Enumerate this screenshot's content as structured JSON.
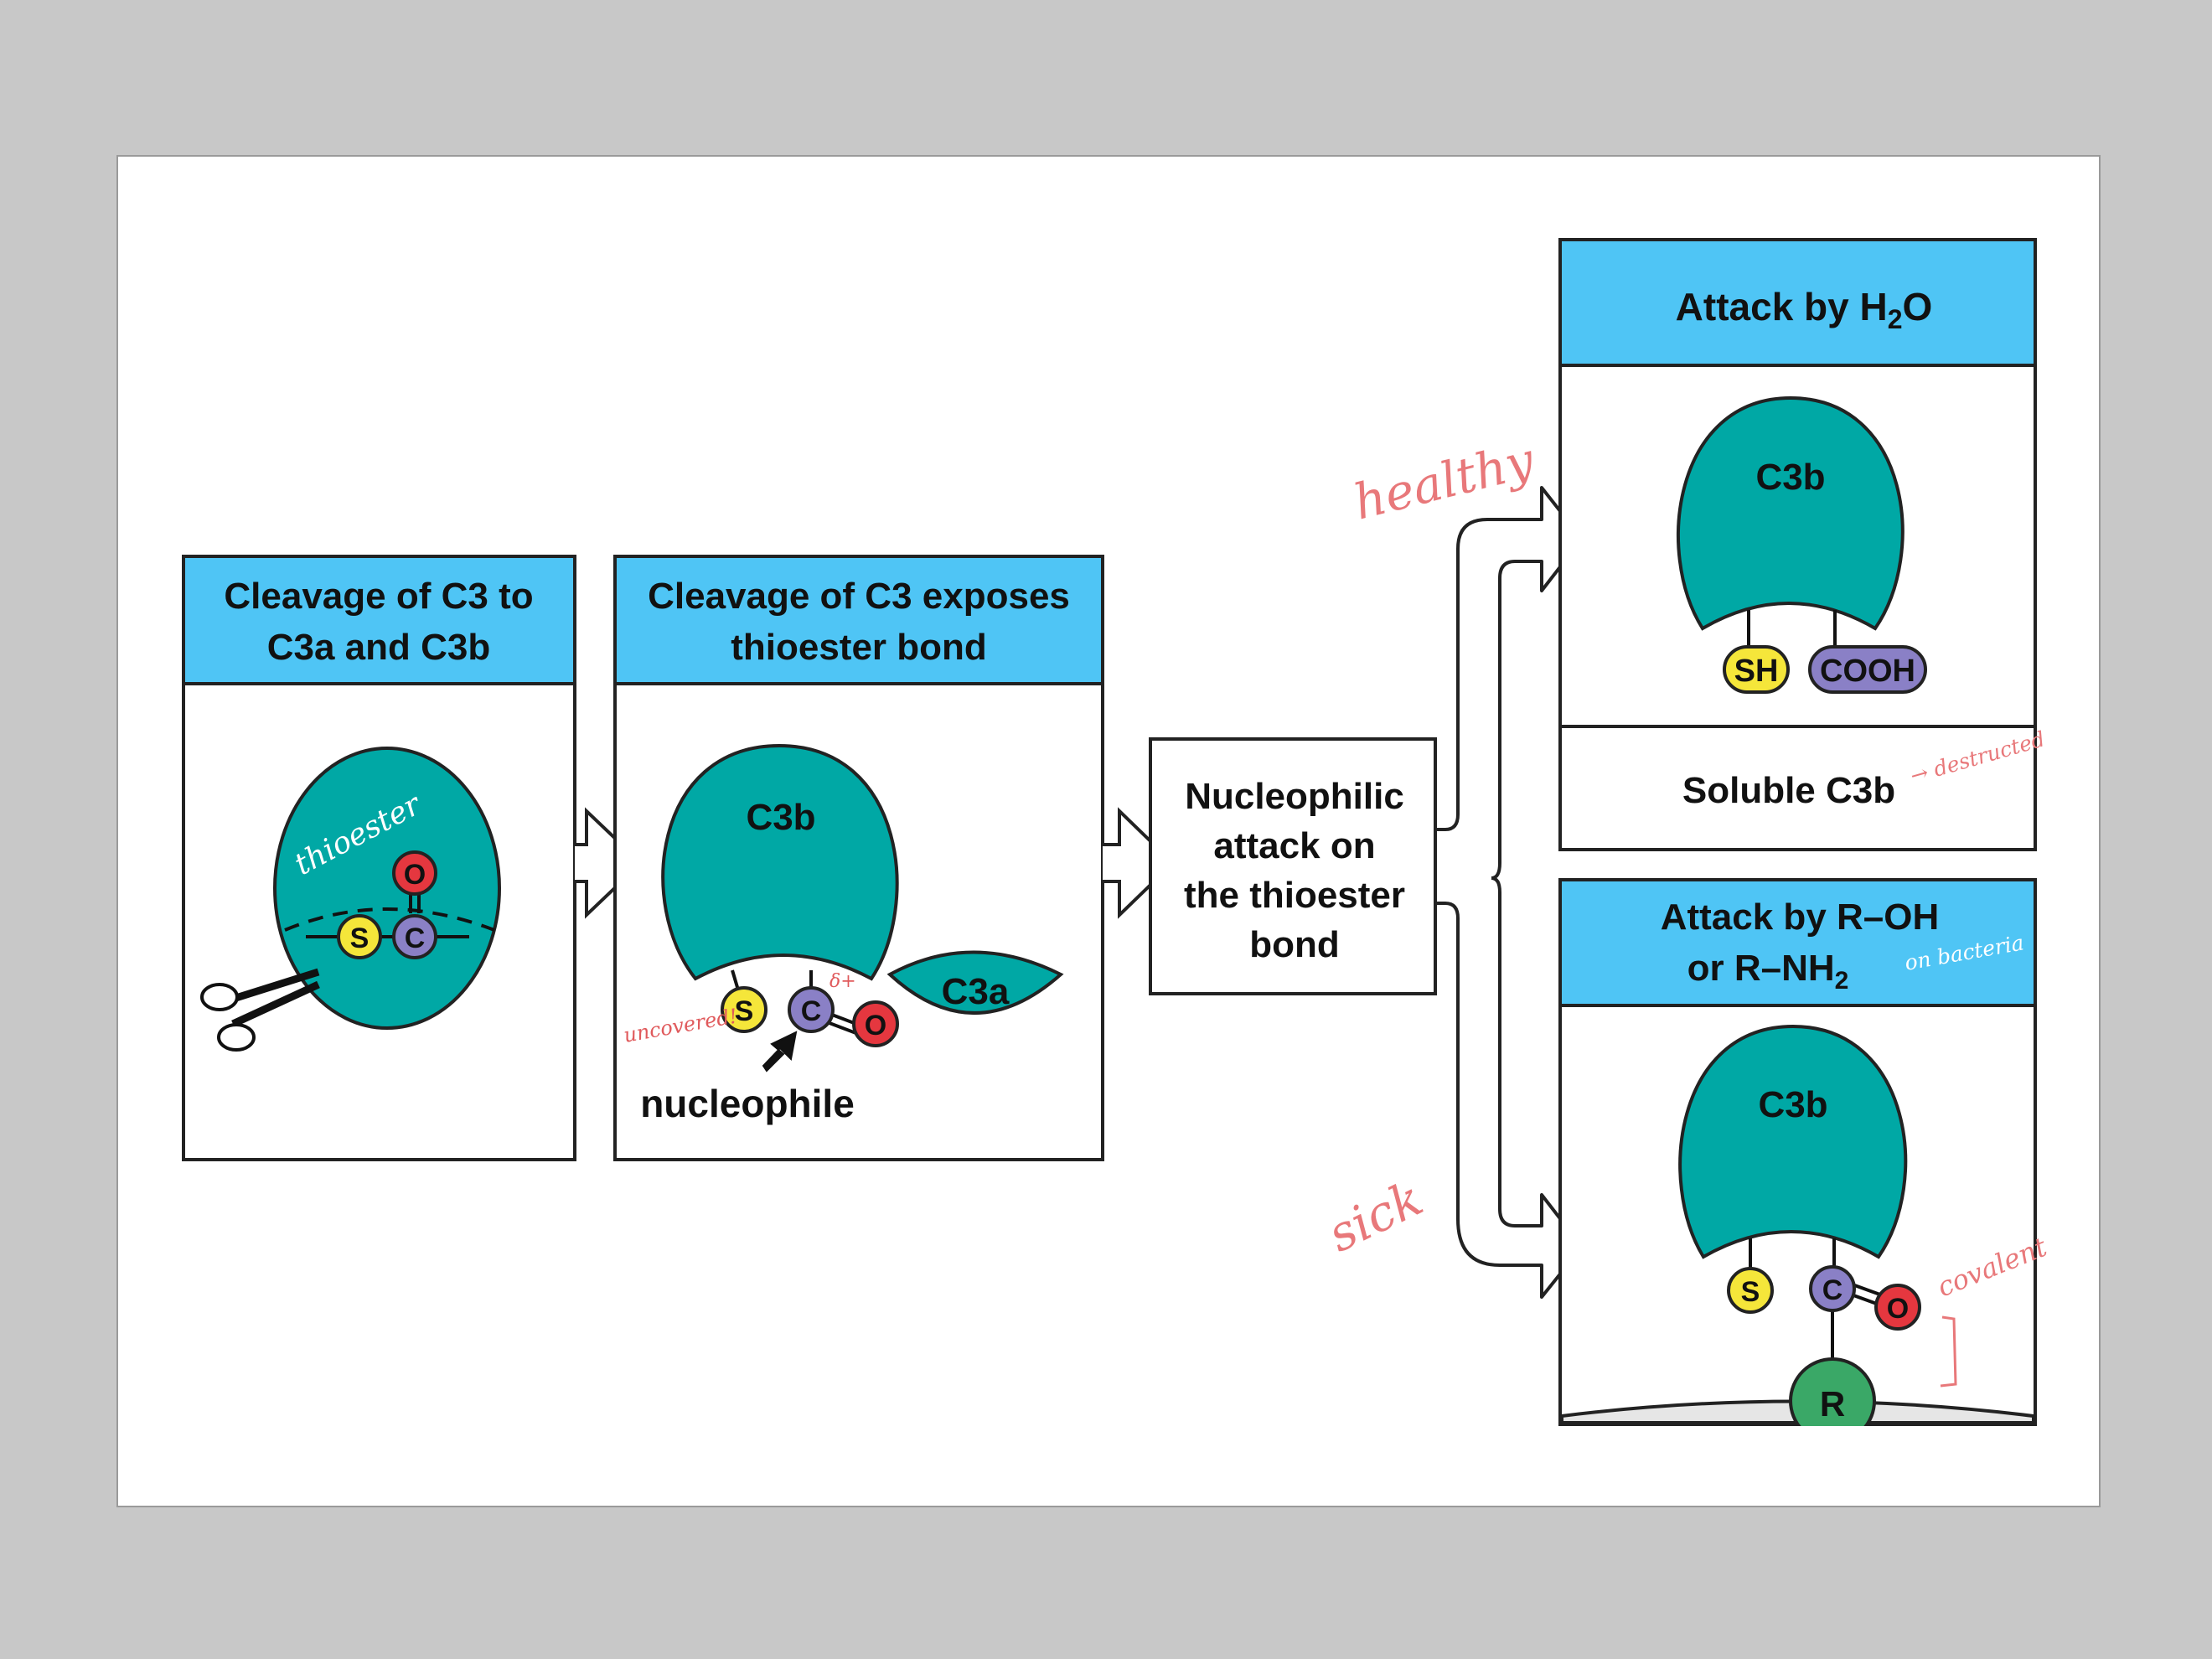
{
  "colors": {
    "page_bg": "#c8c8c8",
    "slide_bg": "#ffffff",
    "header_blue": "#4fc5f5",
    "protein_teal": "#00a8a5",
    "sulfur_yellow": "#f5e63a",
    "carbon_purple": "#8a80c6",
    "oxygen_red": "#e5373f",
    "r_group_green": "#3aa867",
    "annotation_pink": "#e8787a"
  },
  "panel1": {
    "title_line1": "Cleavage of C3 to",
    "title_line2": "C3a and C3b",
    "atom_o": "O",
    "atom_s": "S",
    "atom_c": "C",
    "annotation": "thioester",
    "icon": "scissors-icon"
  },
  "panel2": {
    "title_line1": "Cleavage of C3 exposes",
    "title_line2": "thioester bond",
    "c3b_label": "C3b",
    "c3a_label": "C3a",
    "atom_s": "S",
    "atom_c": "C",
    "atom_o": "O",
    "nucleophile_label": "nucleophile",
    "annotation_left": "uncovered!",
    "annotation_charge": "δ+",
    "icon": "arrow-icon"
  },
  "center": {
    "line1": "Nucleophilic",
    "line2": "attack on",
    "line3": "the thioester",
    "line4": "bond"
  },
  "annotations": {
    "healthy": "healthy",
    "sick": "sick"
  },
  "panel_h2o": {
    "title_prefix": "Attack by H",
    "title_sub": "2",
    "title_suffix": "O",
    "c3b_label": "C3b",
    "sh_label": "SH",
    "cooh_label": "COOH",
    "footer": "Soluble C3b",
    "annotation": "→ destructed"
  },
  "panel_roh": {
    "title_line1": "Attack by R–OH",
    "title_line2_prefix": "or R–NH",
    "title_line2_sub": "2",
    "annotation_bacteria": "on bacteria",
    "c3b_label": "C3b",
    "atom_s": "S",
    "atom_c": "C",
    "atom_o": "O",
    "r_label": "R",
    "annotation_covalent": "covalent"
  }
}
